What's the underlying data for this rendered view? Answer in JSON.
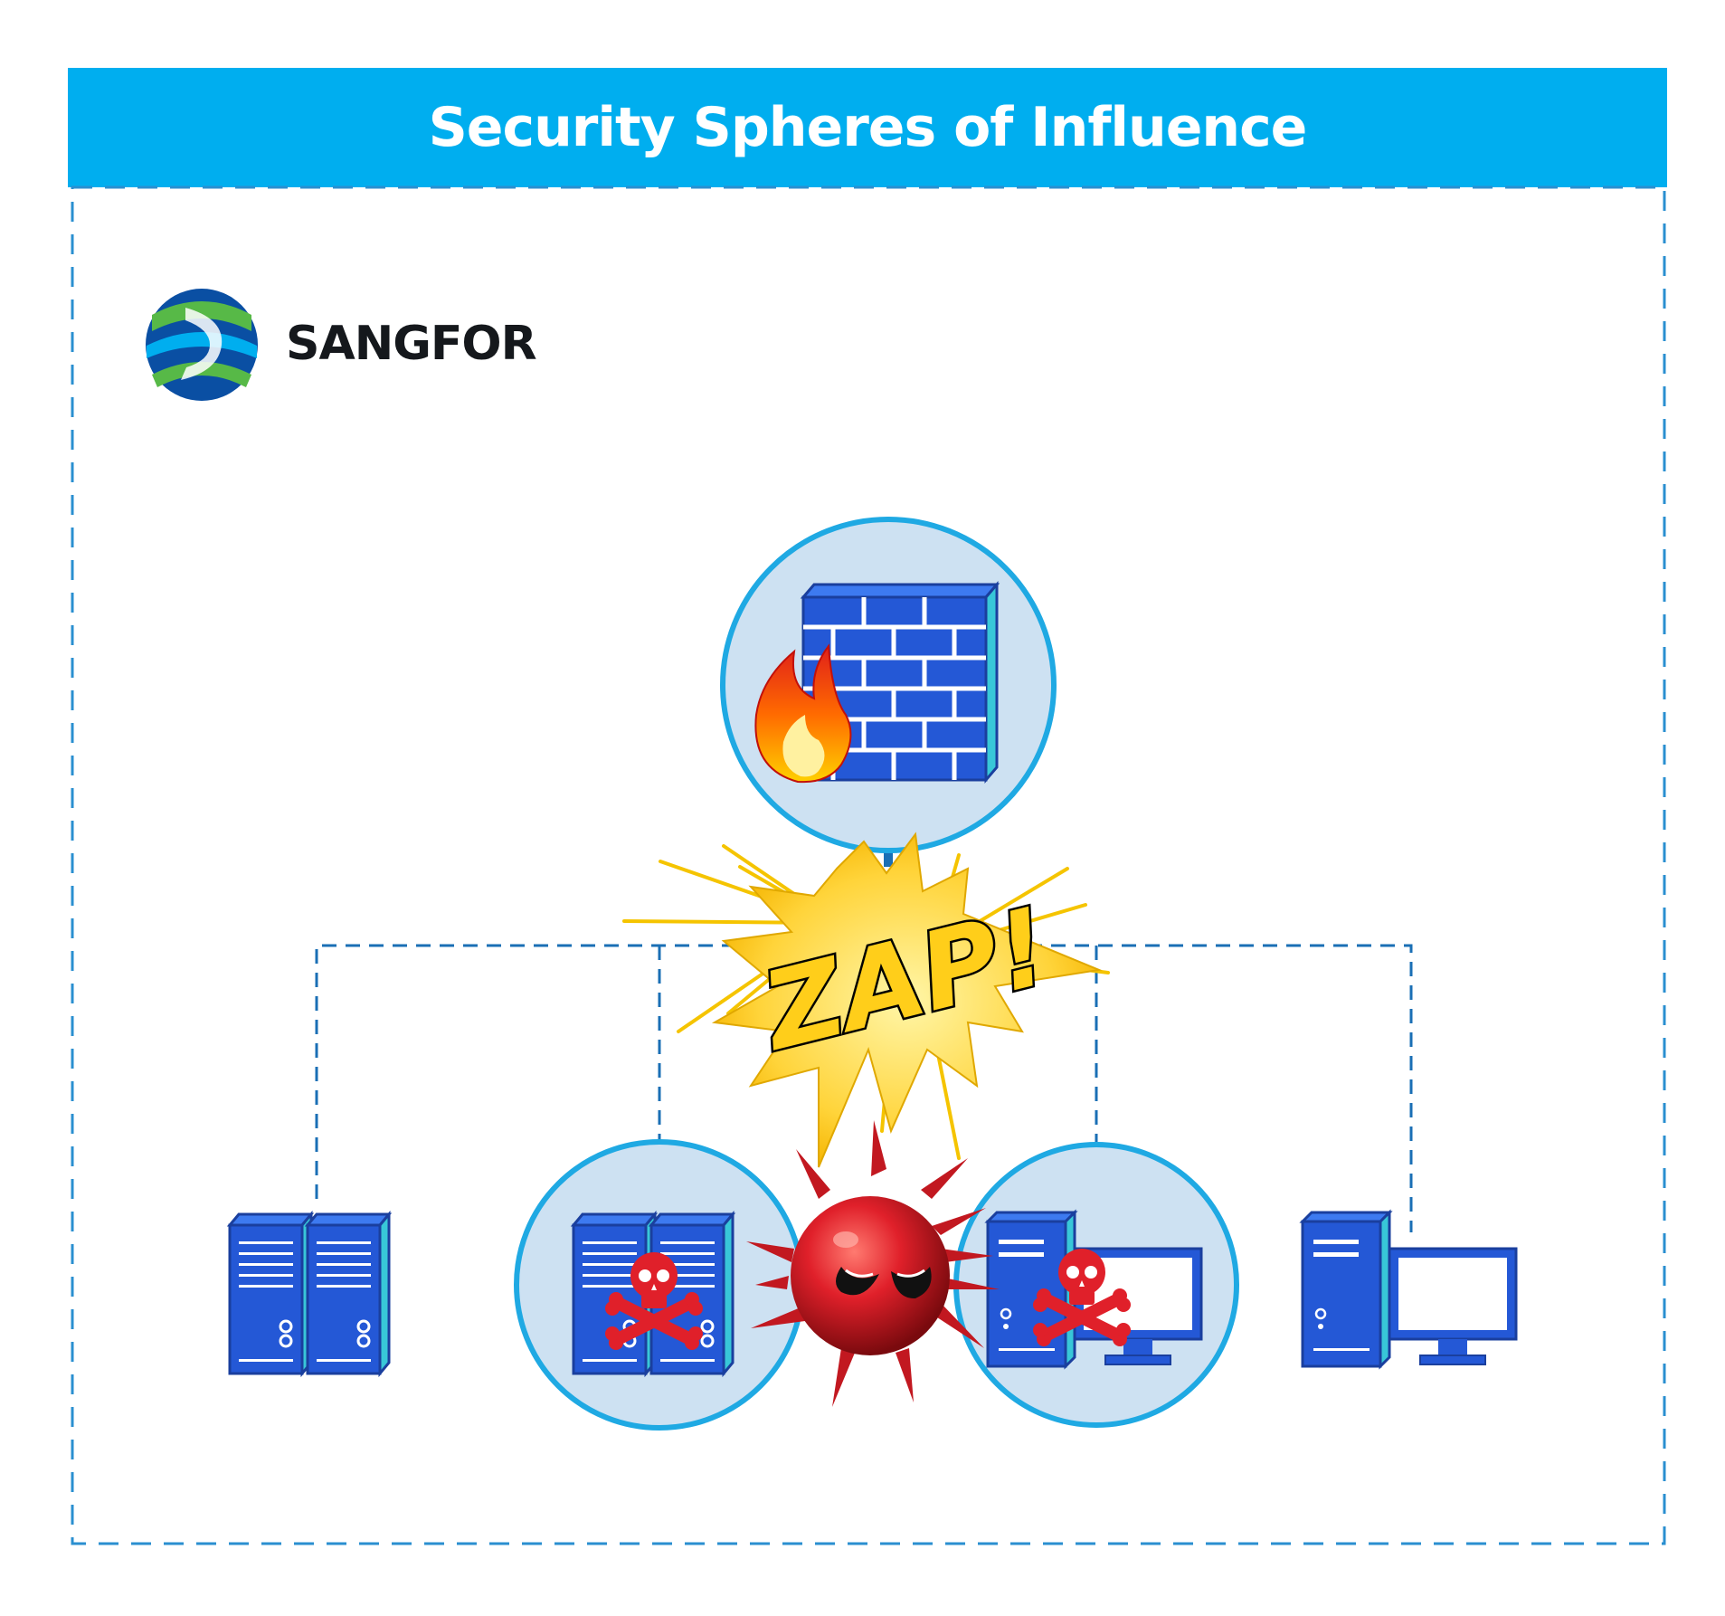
{
  "header": {
    "title": "Security Spheres of Influence",
    "background_color": "#00aeef",
    "text_color": "#ffffff"
  },
  "brand": {
    "name": "SANGFOR",
    "logo_icon": "sangfor-globe-logo",
    "logo_colors": [
      "#0a4fa3",
      "#57b947",
      "#00aeef"
    ]
  },
  "diagram": {
    "border_style": "dashed",
    "border_color": "#2a8fd0",
    "connector_color": "#1a6fb5",
    "sphere_fill": "#cde1f2",
    "sphere_stroke": "#1fa9e3",
    "node_color": "#2458d6",
    "threat_color": "#e0202a",
    "nodes": [
      {
        "id": "firewall",
        "icon": "firewall-brick-wall-icon",
        "accessory_icon": "fire-icon",
        "in_sphere": true
      },
      {
        "id": "server-left",
        "icon": "server-rack-icon",
        "in_sphere": false
      },
      {
        "id": "server-infected",
        "icon": "server-rack-icon",
        "threat_icon": "skull-crossbones-icon",
        "in_sphere": true
      },
      {
        "id": "workstation-infected",
        "icon": "desktop-computer-icon",
        "threat_icon": "skull-crossbones-icon",
        "in_sphere": true
      },
      {
        "id": "workstation-right",
        "icon": "desktop-computer-icon",
        "in_sphere": false
      }
    ],
    "effects": {
      "burst_text": "ZAP!",
      "burst_icon": "comic-explosion-icon",
      "malware_icon": "spiky-virus-icon"
    }
  }
}
